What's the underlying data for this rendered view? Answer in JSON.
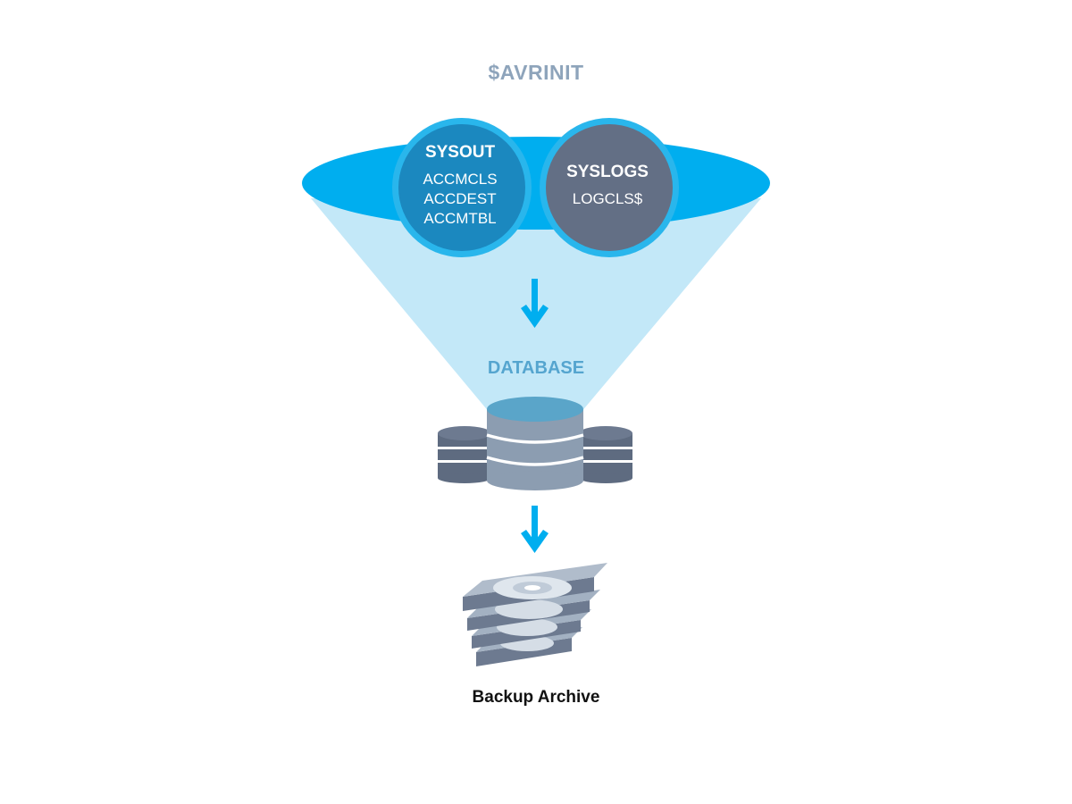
{
  "header": {
    "title": "$AVRINIT"
  },
  "sources": [
    {
      "name": "SYSOUT",
      "items": [
        "ACCMCLS",
        "ACCDEST",
        "ACCMTBL"
      ]
    },
    {
      "name": "SYSLOGS",
      "items": [
        "LOGCLS$"
      ]
    }
  ],
  "database": {
    "label": "DATABASE"
  },
  "archive": {
    "label": "Backup Archive"
  },
  "icons": {
    "flow_arrow": "arrow-down-icon",
    "database": "database-icon",
    "archive": "disk-stack-icon"
  },
  "colors": {
    "accent_blue": "#00aeef",
    "funnel_fill": "#c3e8f8",
    "sysout_fill": "#1b88bf",
    "syslogs_fill": "#636f85",
    "title_gray": "#8ea4bb",
    "db_label": "#55a5cf",
    "db_body": "#8c9db1",
    "db_top": "#5aa5c9",
    "side_db": "#5e6b80"
  }
}
